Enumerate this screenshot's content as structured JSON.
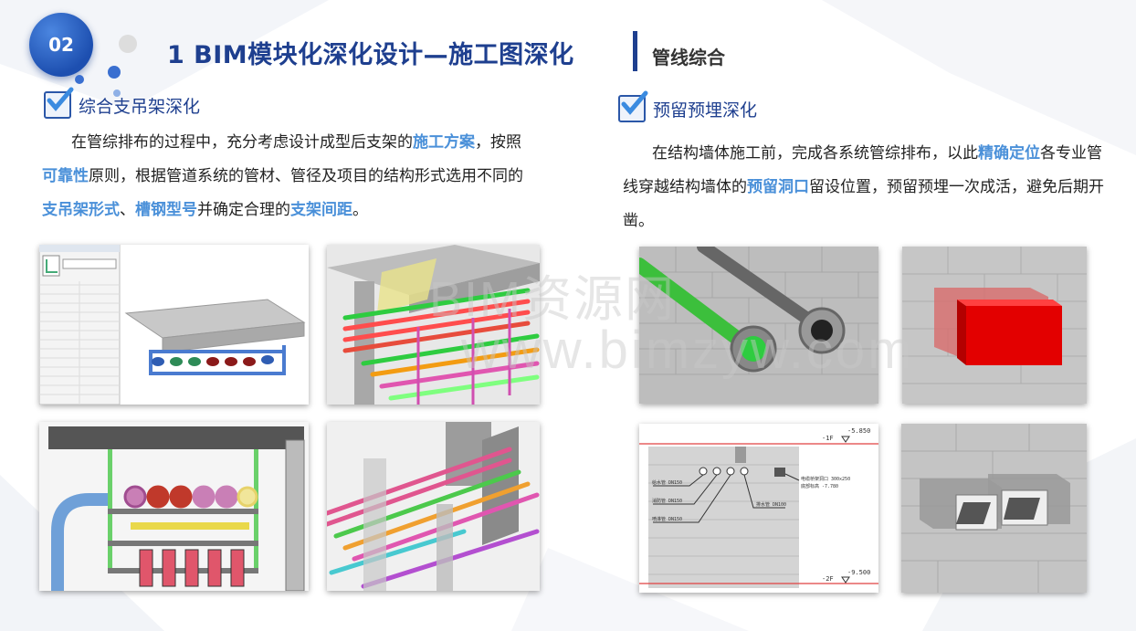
{
  "header": {
    "badge_number": "02",
    "title": "1 BIM模块化深化设计—施工图深化",
    "subtitle": "管线综合"
  },
  "left_section": {
    "heading": "综合支吊架深化",
    "paragraph": [
      {
        "t": "在管综排布的过程中，充分考虑设计成型后支架的"
      },
      {
        "t": "施工方案",
        "hl": true
      },
      {
        "t": "，按照"
      },
      {
        "t": "可靠性",
        "hl": true
      },
      {
        "t": "原则，根据管道系统的管材、管径及项目的结构形式选用不同的"
      },
      {
        "t": "支吊架形式",
        "hl": true
      },
      {
        "t": "、"
      },
      {
        "t": "槽钢型号",
        "hl": true
      },
      {
        "t": "并确定合理的"
      },
      {
        "t": "支架间距",
        "hl": true
      },
      {
        "t": "。"
      }
    ]
  },
  "right_section": {
    "heading": "预留预埋深化",
    "paragraph": [
      {
        "t": "在结构墙体施工前，完成各系统管综排布，以此"
      },
      {
        "t": "精确定位",
        "hl": true
      },
      {
        "t": "各专业管线穿越结构墙体的"
      },
      {
        "t": "预留洞口",
        "hl": true
      },
      {
        "t": "留设位置，预留预埋一次成活，避免后期开凿。"
      }
    ]
  },
  "watermark": {
    "line1": "BIM资源网",
    "line2": "www.bimzyw.com"
  },
  "drawing_labels": {
    "level_top": "-1F",
    "elev_top": "-5.850",
    "level_bottom": "-2F",
    "elev_bottom": "-9.500",
    "opening_note_1": "电缆桥架洞口 300x250",
    "opening_note_2": "底部标高 -7.780"
  },
  "colors": {
    "title": "#1e3f8f",
    "highlight": "#4a90d9",
    "badge": "#1d4fb0"
  }
}
